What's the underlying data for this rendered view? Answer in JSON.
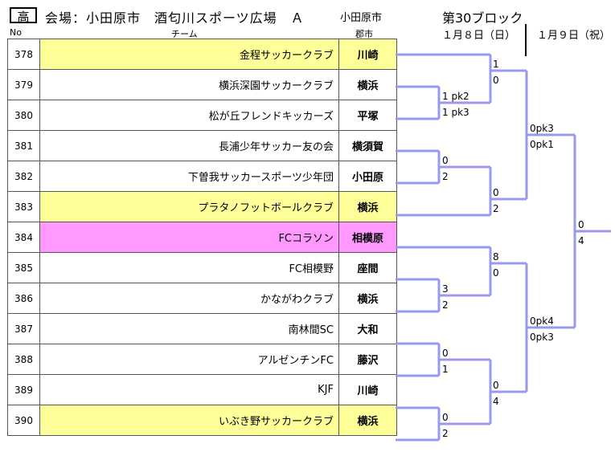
{
  "header": {
    "grade": "高",
    "venue": "会場：小田原市　酒匂川スポーツ広場　Ａ",
    "venue_city": "小田原市",
    "block": "第30ブロック",
    "day1": "１月８日（日）",
    "day2": "１月９日（祝）",
    "col_no": "No",
    "col_team": "チーム",
    "col_city": "郡市"
  },
  "teams": [
    {
      "no": "378",
      "name": "金程サッカークラブ",
      "city": "川崎",
      "style": "seed"
    },
    {
      "no": "379",
      "name": "横浜深園サッカークラブ",
      "city": "横浜",
      "style": ""
    },
    {
      "no": "380",
      "name": "松が丘フレンドキッカーズ",
      "city": "平塚",
      "style": ""
    },
    {
      "no": "381",
      "name": "長浦少年サッカー友の会",
      "city": "横須賀",
      "style": ""
    },
    {
      "no": "382",
      "name": "下曽我サッカースポーツ少年団",
      "city": "小田原",
      "style": ""
    },
    {
      "no": "383",
      "name": "プラタノフットボールクラブ",
      "city": "横浜",
      "style": "seed"
    },
    {
      "no": "384",
      "name": "FCコラソン",
      "city": "相模原",
      "style": "pink"
    },
    {
      "no": "385",
      "name": "FC相模野",
      "city": "座間",
      "style": ""
    },
    {
      "no": "386",
      "name": "かながわクラブ",
      "city": "横浜",
      "style": ""
    },
    {
      "no": "387",
      "name": "南林間SC",
      "city": "大和",
      "style": ""
    },
    {
      "no": "388",
      "name": "アルゼンチンFC",
      "city": "藤沢",
      "style": ""
    },
    {
      "no": "389",
      "name": "KJF",
      "city": "川崎",
      "style": ""
    },
    {
      "no": "390",
      "name": "いぶき野サッカークラブ",
      "city": "横浜",
      "style": "seed"
    }
  ],
  "scores": {
    "r1_379_380_top": "1 pk2",
    "r1_379_380_bot": "1 pk3",
    "r1_381_382_top": "0",
    "r1_381_382_bot": "2",
    "r1_385_386_top": "3",
    "r1_385_386_bot": "2",
    "r1_387_388_top": "0",
    "r1_387_388_bot": "1",
    "r1_389_390_top": "0",
    "r1_389_390_bot": "2",
    "r2_a_top": "1",
    "r2_a_bot": "0",
    "r2_b_top": "0",
    "r2_b_bot": "2",
    "r2_c_top": "8",
    "r2_c_bot": "0",
    "r2_d_top": "0",
    "r2_d_bot": "4",
    "r3_a_top": "0pk3",
    "r3_a_bot": "0pk1",
    "r3_b_top": "0pk4",
    "r3_b_bot": "0pk3",
    "final_top": "0",
    "final_bot": "4"
  },
  "colors": {
    "bracket_line": "#9999ee",
    "seed_fill": "#ffff99",
    "pink_fill": "#ff99ff"
  }
}
